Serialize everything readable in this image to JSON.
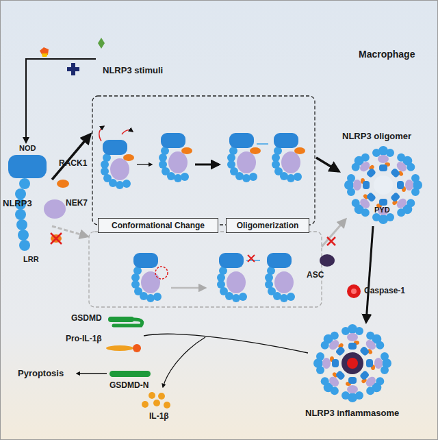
{
  "diagram": {
    "nodes": [
      {
        "text": [
          "Conformational Change"
        ]
      },
      {
        "text": [
          "Oligomerization"
        ]
      }
    ],
    "labels": [
      "Macrophage",
      "NLRP3 stimuli",
      "NOD",
      "NLRP3",
      "LRR",
      "RACK1",
      "NEK7",
      "NLRP3 oligomer",
      "PYD",
      "ASC",
      "Caspase-1",
      "GSDMD",
      "Pro-IL-1β",
      "Pyroptosis",
      "GSDMD-N",
      "IL-1β",
      "NLRP3 inflammasome"
    ]
  }
}
